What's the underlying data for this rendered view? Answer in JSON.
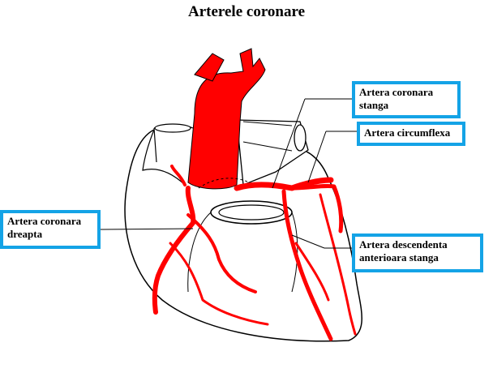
{
  "title": "Arterele coronare",
  "colors": {
    "artery": "#ff0000",
    "label_border": "#14a3e6",
    "outline": "#000000"
  },
  "labels": {
    "left_coronary": [
      "Artera coronara",
      "stanga"
    ],
    "circumflex": [
      "Artera circumflexa"
    ],
    "right_coronary": [
      "Artera coronara",
      "dreapta"
    ],
    "lad": [
      "Artera descendenta",
      "anterioara stanga"
    ]
  }
}
